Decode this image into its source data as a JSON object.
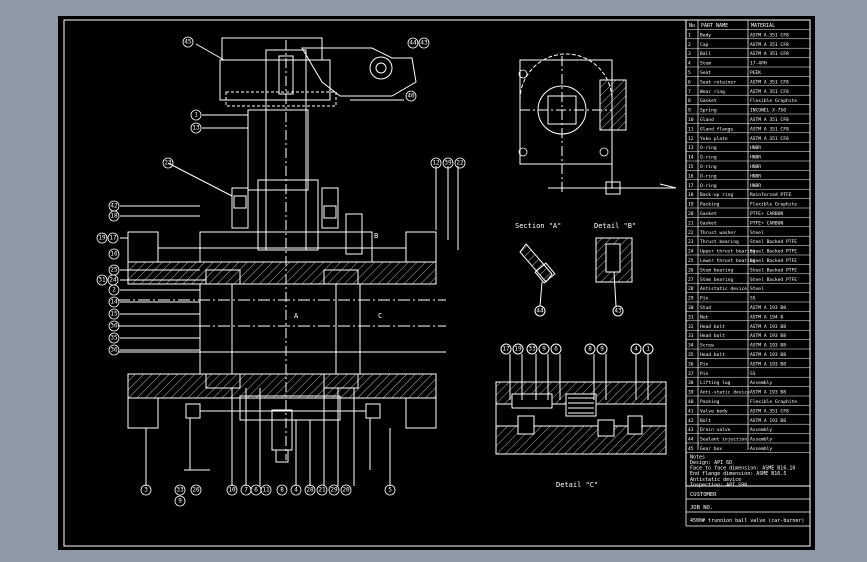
{
  "table": {
    "headers": [
      "No",
      "PART NAME",
      "MATERIAL"
    ],
    "rows": [
      [
        "1",
        "Body",
        "ASTM A 351 CF8"
      ],
      [
        "2",
        "Cap",
        "ASTM A 351 CF8"
      ],
      [
        "3",
        "Ball",
        "ASTM A 351 CF8"
      ],
      [
        "4",
        "Stem",
        "17-4PH"
      ],
      [
        "5",
        "Seat",
        "PEEK"
      ],
      [
        "6",
        "Seat retainer",
        "ASTM A 351 CF8"
      ],
      [
        "7",
        "Wear ring",
        "ASTM A 351 CF8"
      ],
      [
        "8",
        "Gasket",
        "Flexible Graphite"
      ],
      [
        "9",
        "Spring",
        "INCONEL X-750"
      ],
      [
        "10",
        "Gland",
        "ASTM A 351 CF8"
      ],
      [
        "11",
        "Gland flange",
        "ASTM A 351 CF8"
      ],
      [
        "12",
        "Yoke plate",
        "ASTM A 351 CF8"
      ],
      [
        "13",
        "O-ring",
        "HNBR"
      ],
      [
        "14",
        "O-ring",
        "HNBR"
      ],
      [
        "15",
        "O-ring",
        "HNBR"
      ],
      [
        "16",
        "O-ring",
        "HNBR"
      ],
      [
        "17",
        "O-ring",
        "HNBR"
      ],
      [
        "18",
        "Back-up ring",
        "Reinforced PTFE"
      ],
      [
        "19",
        "Packing",
        "Flexible Graphite"
      ],
      [
        "20",
        "Gasket",
        "PTFE+ CARBON"
      ],
      [
        "21",
        "Gasket",
        "PTFE+ CARBON"
      ],
      [
        "22",
        "Thrust washer",
        "Steel"
      ],
      [
        "23",
        "Thrust bearing",
        "Steel Backed PTFE"
      ],
      [
        "24",
        "Upper thrust bearing",
        "Steel Backed PTFE"
      ],
      [
        "25",
        "Lower thrust bearing",
        "Steel Backed PTFE"
      ],
      [
        "26",
        "Stem bearing",
        "Steel Backed PTFE"
      ],
      [
        "27",
        "Stem bearing",
        "Steel Backed PTFE"
      ],
      [
        "28",
        "Antistatic device",
        "Steel"
      ],
      [
        "29",
        "Pin",
        "SS"
      ],
      [
        "30",
        "Stud",
        "ASTM A 193 B8"
      ],
      [
        "31",
        "Nut",
        "ASTM A 194 8"
      ],
      [
        "32",
        "Head bolt",
        "ASTM A 193 B8"
      ],
      [
        "33",
        "Head bolt",
        "ASTM A 193 B8"
      ],
      [
        "34",
        "Screw",
        "ASTM A 193 B8"
      ],
      [
        "35",
        "Head bolt",
        "ASTM A 193 B8"
      ],
      [
        "36",
        "Pin",
        "ASTM A 193 B8"
      ],
      [
        "37",
        "Pin",
        "SS"
      ],
      [
        "38",
        "Lifting lug",
        "Assembly"
      ],
      [
        "39",
        "Anti-static device",
        "ASTM A 193 B8"
      ],
      [
        "40",
        "Packing",
        "Flexible Graphite"
      ],
      [
        "41",
        "Valve body",
        "ASTM A 351 CF8"
      ],
      [
        "42",
        "Bolt",
        "ASTM A 193 B8"
      ],
      [
        "43",
        "Drain valve",
        "Assembly"
      ],
      [
        "44",
        "Sealant injection",
        "Assembly"
      ],
      [
        "45",
        "Gear box",
        "Assembly"
      ]
    ]
  },
  "notes": [
    "Notes",
    "Design: API 6D",
    "Face to face dimension: ASME B16.10",
    "End flange dimension: ASME B16.5",
    "Antistatic device",
    "Inspection: API 598"
  ],
  "title_block": {
    "customer": "CUSTOMER",
    "job_no": "JOB NO.",
    "title": "4500# trunnion ball valve (car-burner)"
  },
  "views": {
    "section_a": "Section \"A\"",
    "detail_b": "Detail \"B\"",
    "detail_c": "Detail \"C\""
  },
  "callouts": {
    "c45": "45",
    "c1": "1",
    "c13": "13",
    "c44": "44",
    "c43": "43",
    "c40": "40",
    "c23": "23",
    "c12": "12",
    "c39": "39",
    "c22": "22",
    "c42": "42",
    "c18": "18",
    "c19": "19",
    "c17": "17",
    "c16": "16",
    "c25": "25",
    "c31": "31",
    "c24": "24",
    "c2": "2",
    "c14": "14",
    "c15": "15",
    "c30": "30",
    "c35": "35",
    "c36": "36",
    "c3": "3",
    "c33": "33",
    "c26": "26",
    "c9": "9",
    "c10": "10",
    "c7": "7",
    "c6": "6",
    "c11": "11",
    "c8": "8",
    "c4": "4",
    "c28": "28",
    "c21": "21",
    "c29": "29",
    "c20": "20",
    "c5": "5"
  },
  "section_marks": {
    "mark_a": "A",
    "mark_b": "B",
    "mark_c": "C"
  }
}
